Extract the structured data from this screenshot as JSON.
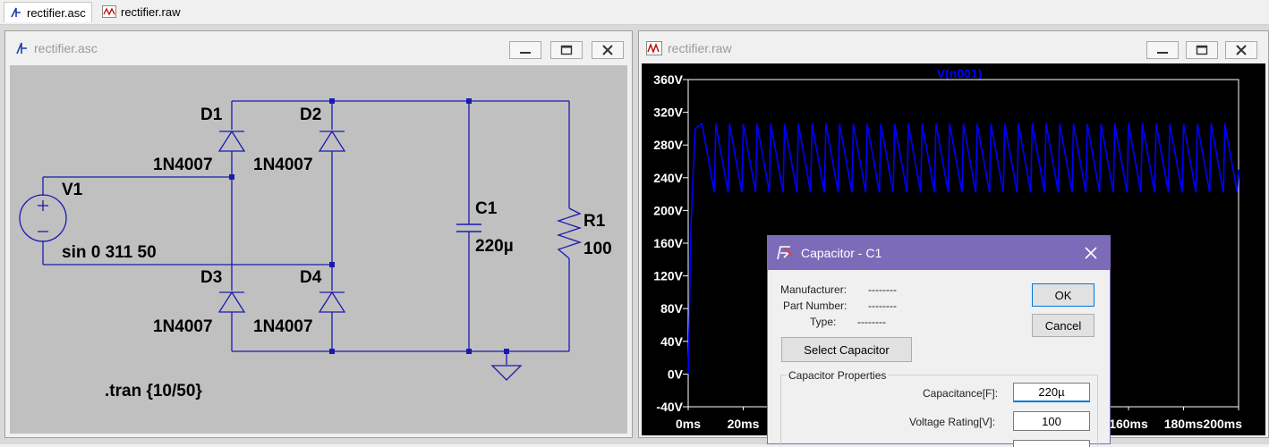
{
  "tabs": [
    {
      "label": "rectifier.asc",
      "icon": "schematic-icon",
      "active": true
    },
    {
      "label": "rectifier.raw",
      "icon": "waveform-icon",
      "active": false
    }
  ],
  "schematic_window": {
    "title": "rectifier.asc",
    "labels": {
      "d1": "D1",
      "d2": "D2",
      "d3": "D3",
      "d4": "D4",
      "d1_model": "1N4007",
      "d2_model": "1N4007",
      "d3_model": "1N4007",
      "d4_model": "1N4007",
      "v1": "V1",
      "v1_value": "sin 0 311 50",
      "c1": "C1",
      "c1_value": "220µ",
      "r1": "R1",
      "r1_value": "100",
      "directive": ".tran {10/50}"
    }
  },
  "waveform_window": {
    "title": "rectifier.raw",
    "trace_name": "V(n001)"
  },
  "chart_data": {
    "type": "line",
    "title": "V(n001)",
    "xlabel": "",
    "ylabel": "",
    "xlim": [
      0,
      200
    ],
    "ylim": [
      -40,
      360
    ],
    "x_unit": "ms",
    "y_unit": "V",
    "yticks": [
      "360V",
      "320V",
      "280V",
      "240V",
      "200V",
      "160V",
      "120V",
      "80V",
      "40V",
      "0V",
      "-40V"
    ],
    "xticks": [
      "0ms",
      "20ms",
      "160ms",
      "180ms",
      "200ms"
    ],
    "grid": false,
    "series": [
      {
        "name": "V(n001)",
        "color": "#0000ff",
        "x": [
          0,
          1,
          2.5,
          4.5,
          5,
          9.5,
          10,
          14.5,
          15,
          19.5,
          20,
          24.5,
          25,
          29.5,
          30,
          34.5,
          35,
          39.5,
          40,
          44.5,
          45,
          49.5,
          50,
          54.5,
          55,
          59.5,
          60,
          64.5,
          65,
          69.5,
          70,
          74.5,
          75,
          79.5,
          80,
          84.5,
          85,
          89.5,
          90,
          94.5,
          95,
          99.5,
          100,
          104.5,
          105,
          109.5,
          110,
          114.5,
          115,
          119.5,
          120,
          124.5,
          125,
          129.5,
          130,
          134.5,
          135,
          139.5,
          140,
          144.5,
          145,
          149.5,
          150,
          154.5,
          155,
          159.5,
          160,
          164.5,
          165,
          169.5,
          170,
          174.5,
          175,
          179.5,
          180,
          184.5,
          185,
          189.5,
          190,
          194.5,
          195,
          199.5,
          200
        ],
        "y": [
          0,
          180,
          300,
          305,
          306,
          222,
          306,
          222,
          306,
          222,
          306,
          222,
          306,
          222,
          306,
          222,
          306,
          222,
          306,
          222,
          306,
          222,
          306,
          222,
          306,
          222,
          306,
          222,
          306,
          222,
          306,
          222,
          306,
          222,
          306,
          222,
          306,
          222,
          306,
          222,
          306,
          222,
          306,
          222,
          306,
          222,
          306,
          222,
          306,
          222,
          306,
          222,
          306,
          222,
          306,
          222,
          306,
          222,
          306,
          222,
          306,
          222,
          306,
          222,
          306,
          222,
          306,
          222,
          306,
          222,
          306,
          222,
          306,
          222,
          306,
          222,
          306,
          222,
          306,
          222,
          306,
          222,
          250
        ]
      }
    ]
  },
  "dialog": {
    "title": "Capacitor - C1",
    "manufacturer_label": "Manufacturer:",
    "manufacturer_value": "--------",
    "part_number_label": "Part Number:",
    "part_number_value": "--------",
    "type_label": "Type:",
    "type_value": "--------",
    "ok_label": "OK",
    "cancel_label": "Cancel",
    "select_label": "Select Capacitor",
    "group_label": "Capacitor Properties",
    "capacitance_label": "Capacitance[F]:",
    "capacitance_value": "220µ",
    "voltage_label": "Voltage Rating[V]:",
    "voltage_value": "100"
  },
  "colors": {
    "accent": "#7b6bb8",
    "wire": "#0000c0",
    "schematic_bg": "#c0c0c0",
    "plot_bg": "#000000",
    "trace": "#0000ff"
  }
}
